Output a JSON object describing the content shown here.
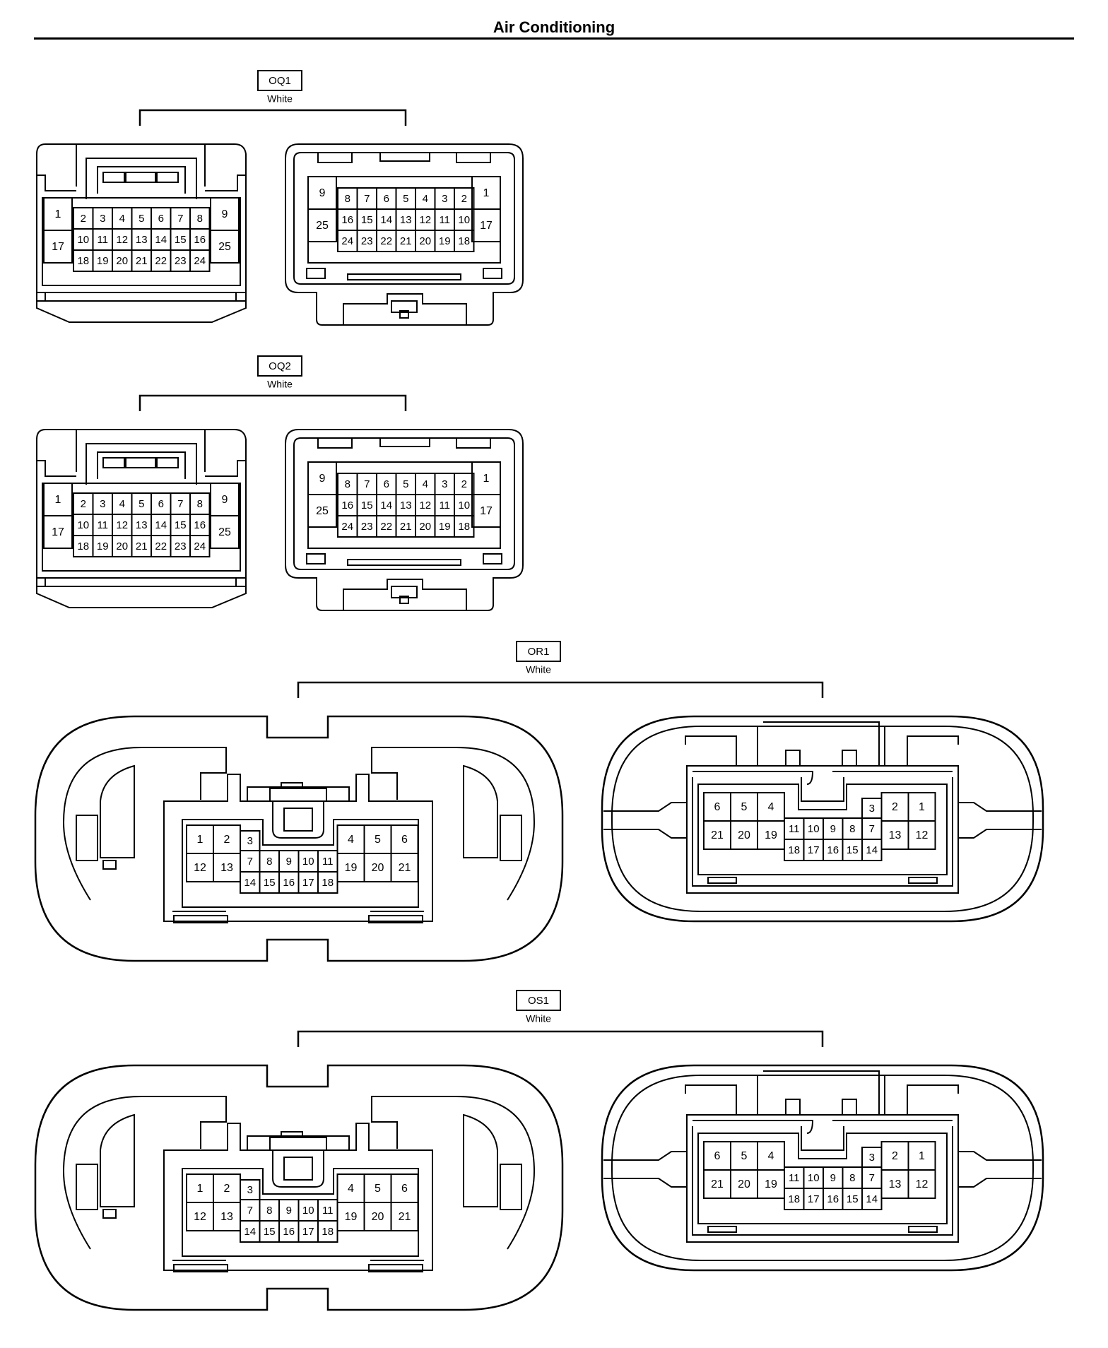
{
  "page": {
    "title": "Air Conditioning"
  },
  "connectors": [
    {
      "id": "OQ1",
      "code": "OQ1",
      "color": "White",
      "type": "small",
      "left": {
        "groups": [
          {
            "rows": [
              [
                "1"
              ],
              [
                "17"
              ]
            ]
          },
          {
            "rows": [
              [
                "2",
                "3",
                "4",
                "5",
                "6",
                "7",
                "8"
              ],
              [
                "10",
                "11",
                "12",
                "13",
                "14",
                "15",
                "16"
              ],
              [
                "18",
                "19",
                "20",
                "21",
                "22",
                "23",
                "24"
              ]
            ]
          },
          {
            "rows": [
              [
                "9"
              ],
              [
                "25"
              ]
            ]
          }
        ]
      },
      "right": {
        "groups": [
          {
            "rows": [
              [
                "9"
              ],
              [
                "25"
              ]
            ]
          },
          {
            "rows": [
              [
                "8",
                "7",
                "6",
                "5",
                "4",
                "3",
                "2"
              ],
              [
                "16",
                "15",
                "14",
                "13",
                "12",
                "11",
                "10"
              ],
              [
                "24",
                "23",
                "22",
                "21",
                "20",
                "19",
                "18"
              ]
            ]
          },
          {
            "rows": [
              [
                "1"
              ],
              [
                "17"
              ]
            ]
          }
        ]
      }
    },
    {
      "id": "OQ2",
      "code": "OQ2",
      "color": "White",
      "type": "small",
      "left": {
        "groups": [
          {
            "rows": [
              [
                "1"
              ],
              [
                "17"
              ]
            ]
          },
          {
            "rows": [
              [
                "2",
                "3",
                "4",
                "5",
                "6",
                "7",
                "8"
              ],
              [
                "10",
                "11",
                "12",
                "13",
                "14",
                "15",
                "16"
              ],
              [
                "18",
                "19",
                "20",
                "21",
                "22",
                "23",
                "24"
              ]
            ]
          },
          {
            "rows": [
              [
                "9"
              ],
              [
                "25"
              ]
            ]
          }
        ]
      },
      "right": {
        "groups": [
          {
            "rows": [
              [
                "9"
              ],
              [
                "25"
              ]
            ]
          },
          {
            "rows": [
              [
                "8",
                "7",
                "6",
                "5",
                "4",
                "3",
                "2"
              ],
              [
                "16",
                "15",
                "14",
                "13",
                "12",
                "11",
                "10"
              ],
              [
                "24",
                "23",
                "22",
                "21",
                "20",
                "19",
                "18"
              ]
            ]
          },
          {
            "rows": [
              [
                "1"
              ],
              [
                "17"
              ]
            ]
          }
        ]
      }
    },
    {
      "id": "OR1",
      "code": "OR1",
      "color": "White",
      "type": "large",
      "left": {
        "groups": [
          {
            "rows": [
              [
                "1",
                "2"
              ],
              [
                "12",
                "13"
              ]
            ]
          },
          {
            "top": [
              "3"
            ],
            "rows": [
              [
                "7",
                "8",
                "9",
                "10",
                "11"
              ],
              [
                "14",
                "15",
                "16",
                "17",
                "18"
              ]
            ]
          },
          {
            "rows": [
              [
                "4",
                "5",
                "6"
              ],
              [
                "19",
                "20",
                "21"
              ]
            ]
          }
        ]
      },
      "right": {
        "groups": [
          {
            "rows": [
              [
                "6",
                "5",
                "4"
              ],
              [
                "21",
                "20",
                "19"
              ]
            ]
          },
          {
            "top": [
              "3"
            ],
            "rows": [
              [
                "11",
                "10",
                "9",
                "8",
                "7"
              ],
              [
                "18",
                "17",
                "16",
                "15",
                "14"
              ]
            ]
          },
          {
            "rows": [
              [
                "2",
                "1"
              ],
              [
                "13",
                "12"
              ]
            ]
          }
        ]
      }
    },
    {
      "id": "OS1",
      "code": "OS1",
      "color": "White",
      "type": "large",
      "left": {
        "groups": [
          {
            "rows": [
              [
                "1",
                "2"
              ],
              [
                "12",
                "13"
              ]
            ]
          },
          {
            "top": [
              "3"
            ],
            "rows": [
              [
                "7",
                "8",
                "9",
                "10",
                "11"
              ],
              [
                "14",
                "15",
                "16",
                "17",
                "18"
              ]
            ]
          },
          {
            "rows": [
              [
                "4",
                "5",
                "6"
              ],
              [
                "19",
                "20",
                "21"
              ]
            ]
          }
        ]
      },
      "right": {
        "groups": [
          {
            "rows": [
              [
                "6",
                "5",
                "4"
              ],
              [
                "21",
                "20",
                "19"
              ]
            ]
          },
          {
            "top": [
              "3"
            ],
            "rows": [
              [
                "11",
                "10",
                "9",
                "8",
                "7"
              ],
              [
                "18",
                "17",
                "16",
                "15",
                "14"
              ]
            ]
          },
          {
            "rows": [
              [
                "2",
                "1"
              ],
              [
                "13",
                "12"
              ]
            ]
          }
        ]
      }
    }
  ]
}
